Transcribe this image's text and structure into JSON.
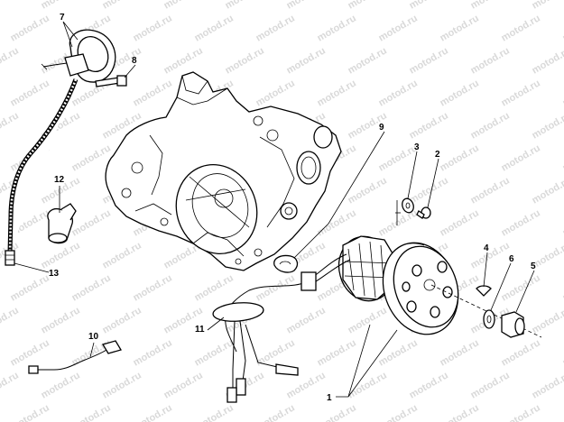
{
  "watermark": "motod.ru",
  "labels": [
    {
      "id": "7",
      "text": "7"
    },
    {
      "id": "8",
      "text": "8"
    },
    {
      "id": "9",
      "text": "9"
    },
    {
      "id": "3",
      "text": "3"
    },
    {
      "id": "2",
      "text": "2"
    },
    {
      "id": "12",
      "text": "12"
    },
    {
      "id": "13",
      "text": "13"
    },
    {
      "id": "4",
      "text": "4"
    },
    {
      "id": "6",
      "text": "6"
    },
    {
      "id": "5",
      "text": "5"
    },
    {
      "id": "11",
      "text": "11"
    },
    {
      "id": "10",
      "text": "10"
    },
    {
      "id": "1",
      "text": "1"
    }
  ]
}
